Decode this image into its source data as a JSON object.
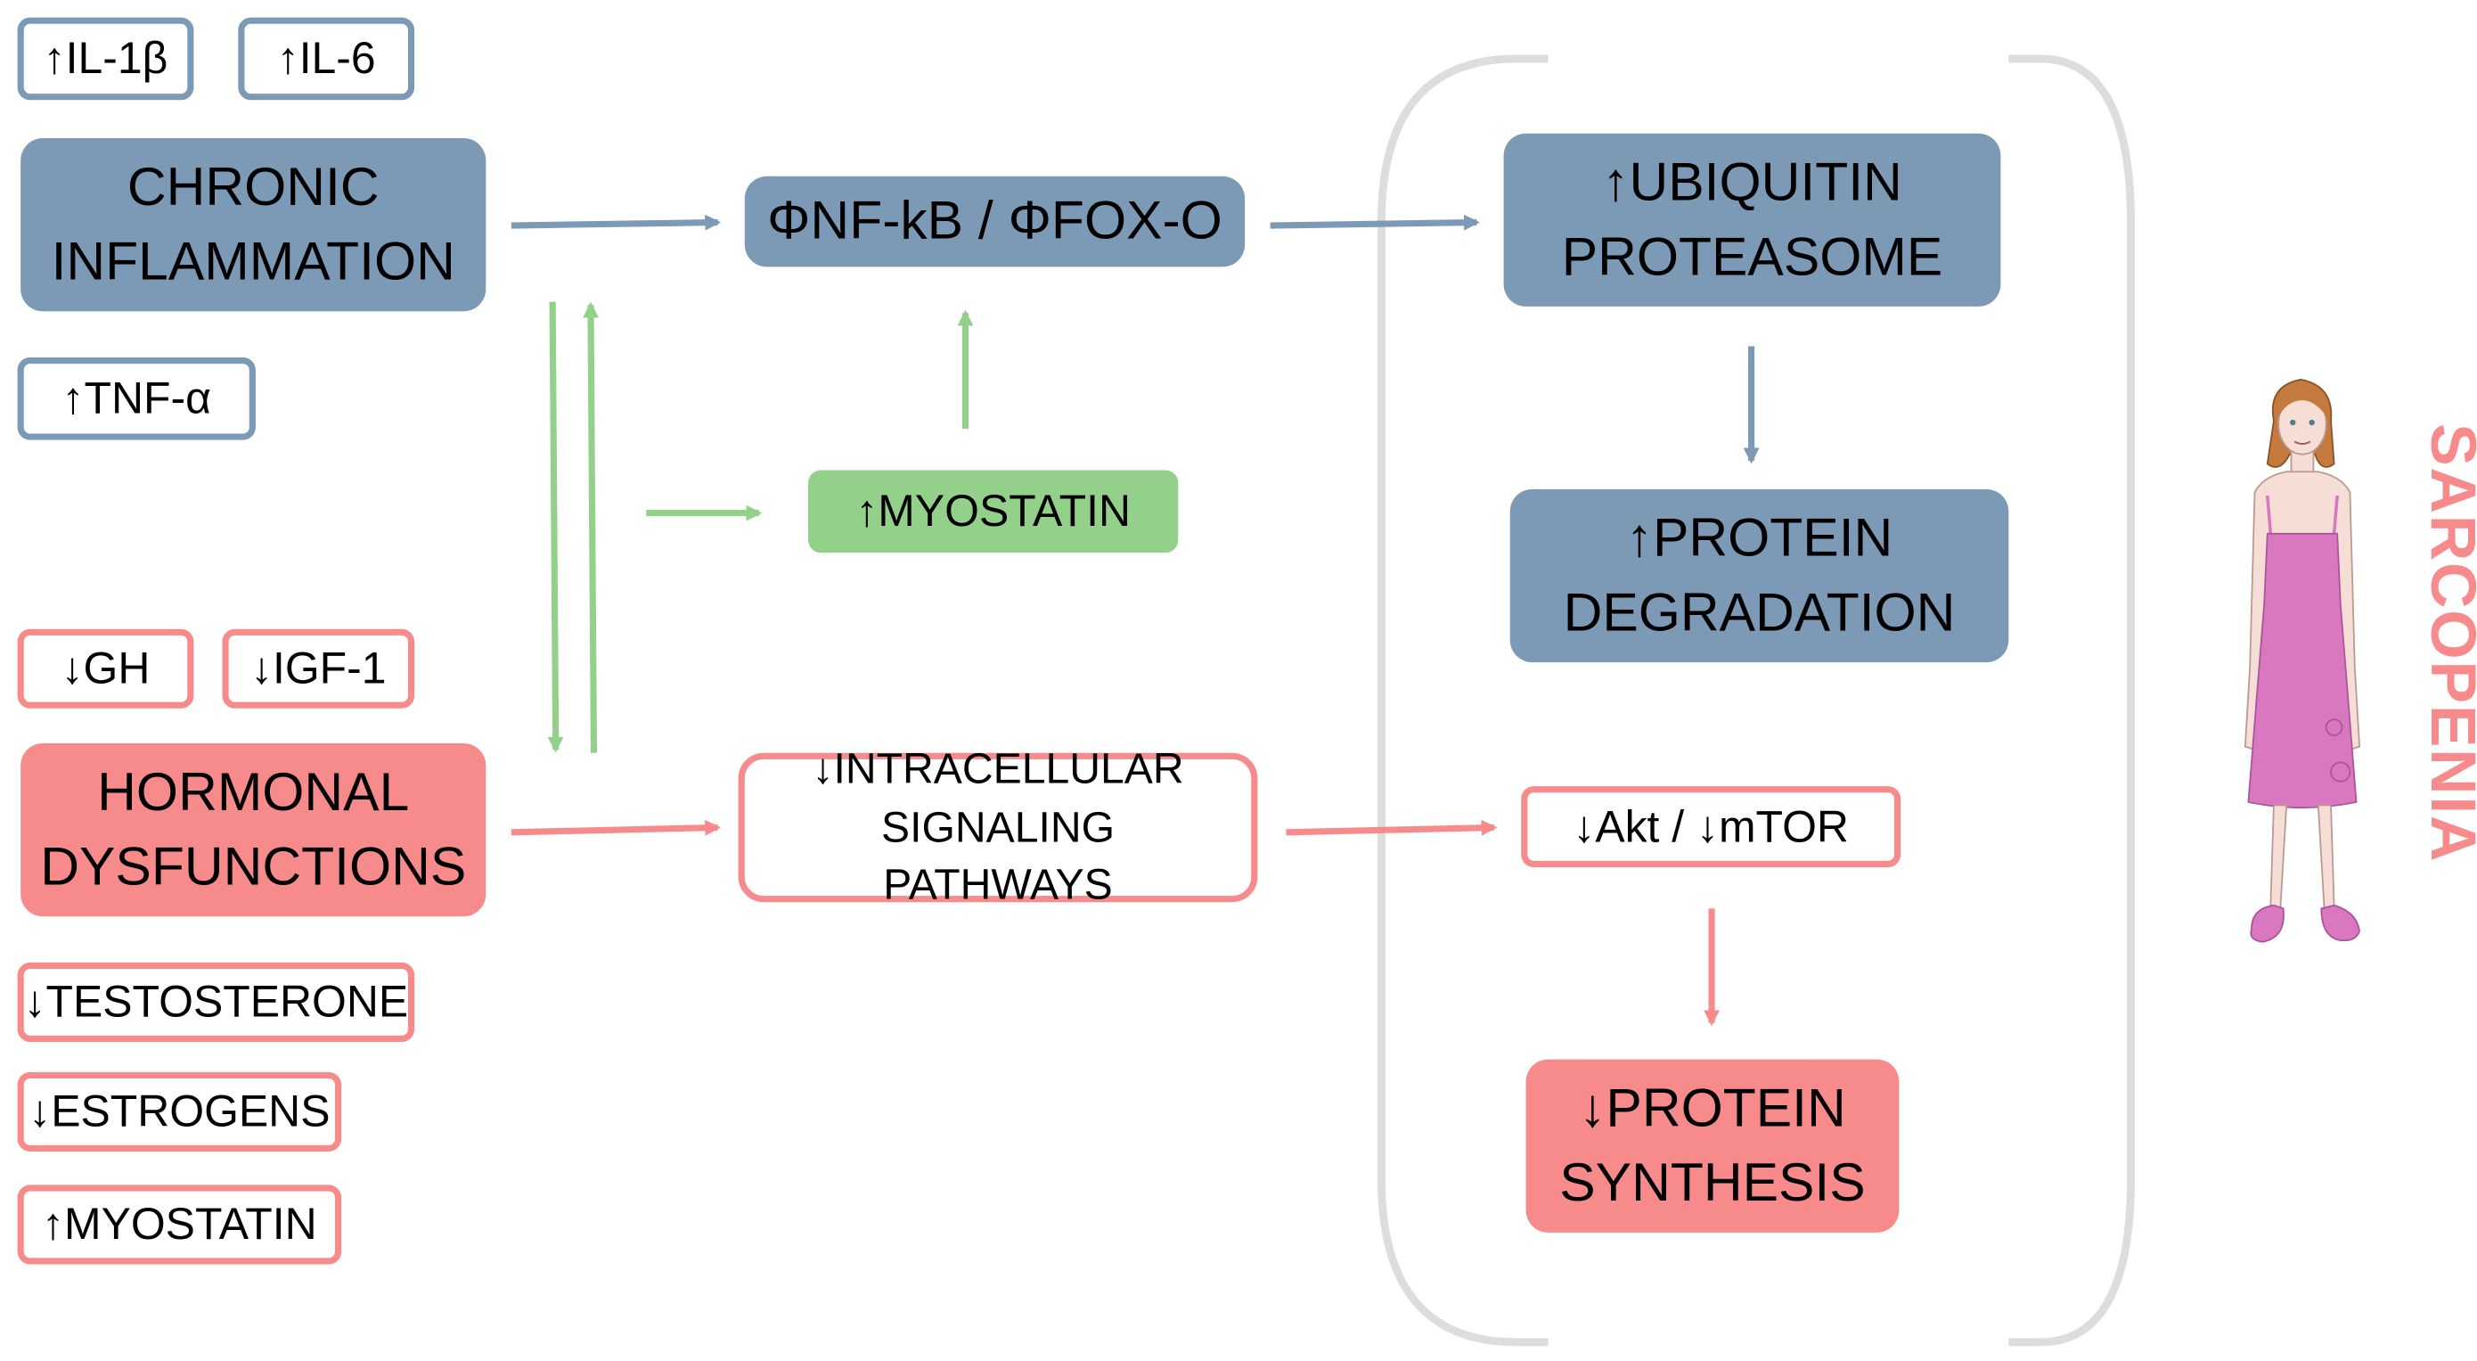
{
  "diagram": {
    "cytokines": {
      "il1b": "↑IL-1β",
      "il6": "↑IL-6",
      "tnfa": "↑TNF-α"
    },
    "chronic_inflammation": "CHRONIC INFLAMMATION",
    "nfkb_foxo": "ΦNF-kB / ΦFOX-O",
    "myostatin_center": "↑MYOSTATIN",
    "hormones_top": {
      "gh": "↓GH",
      "igf1": "↓IGF-1"
    },
    "hormonal_dysfunctions": "HORMONAL DYSFUNCTIONS",
    "signaling": "↓INTRACELLULAR SIGNALING PATHWAYS",
    "hormones_bottom": {
      "testosterone": "↓TESTOSTERONE",
      "estrogens": "↓ESTROGENS",
      "myostatin": "↑MYOSTATIN"
    },
    "ubiquitin": "↑UBIQUITIN PROTEASOME",
    "protein_degradation": "↑PROTEIN DEGRADATION",
    "akt_mtor": "↓Akt / ↓mTOR",
    "protein_synthesis": "↓PROTEIN SYNTHESIS",
    "sarcopenia": "SARCOPENIA"
  },
  "colors": {
    "blue": "#7c99b5",
    "red": "#f78b8b",
    "green": "#93d18a",
    "bracket": "#dddddd",
    "dress": "#d977c0"
  },
  "icons": [
    "elderly-woman-figure"
  ]
}
